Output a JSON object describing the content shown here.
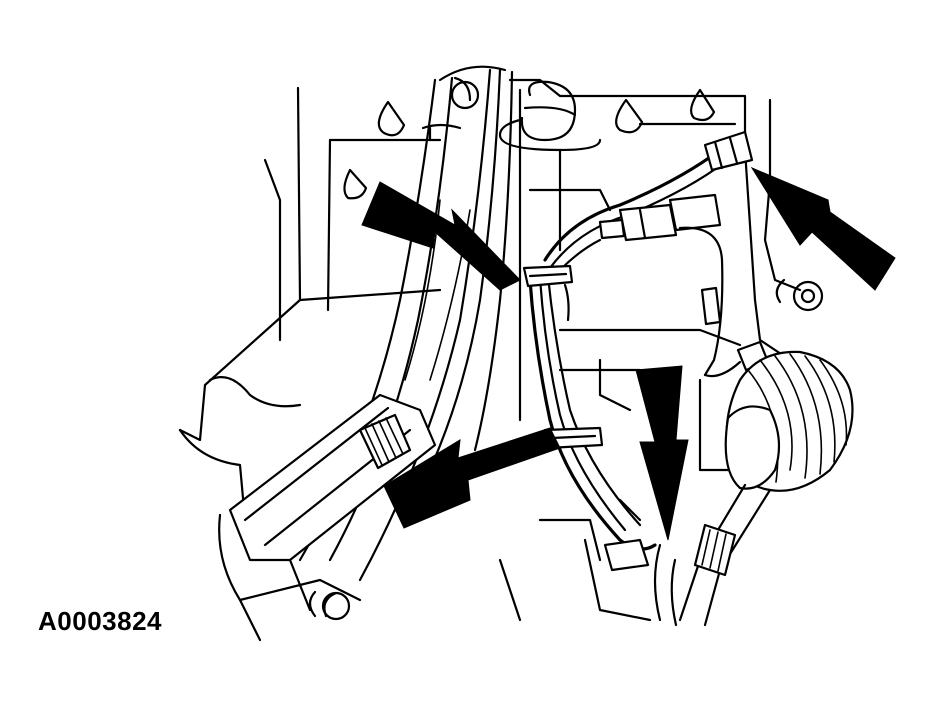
{
  "figure": {
    "id_label": "A0003824"
  },
  "callouts": [
    {
      "name": "callout-arrow-upper-left"
    },
    {
      "name": "callout-arrow-upper-right"
    },
    {
      "name": "callout-arrow-lower-left"
    },
    {
      "name": "callout-arrow-lower-center"
    }
  ],
  "colors": {
    "line": "#000000",
    "background": "#ffffff"
  }
}
